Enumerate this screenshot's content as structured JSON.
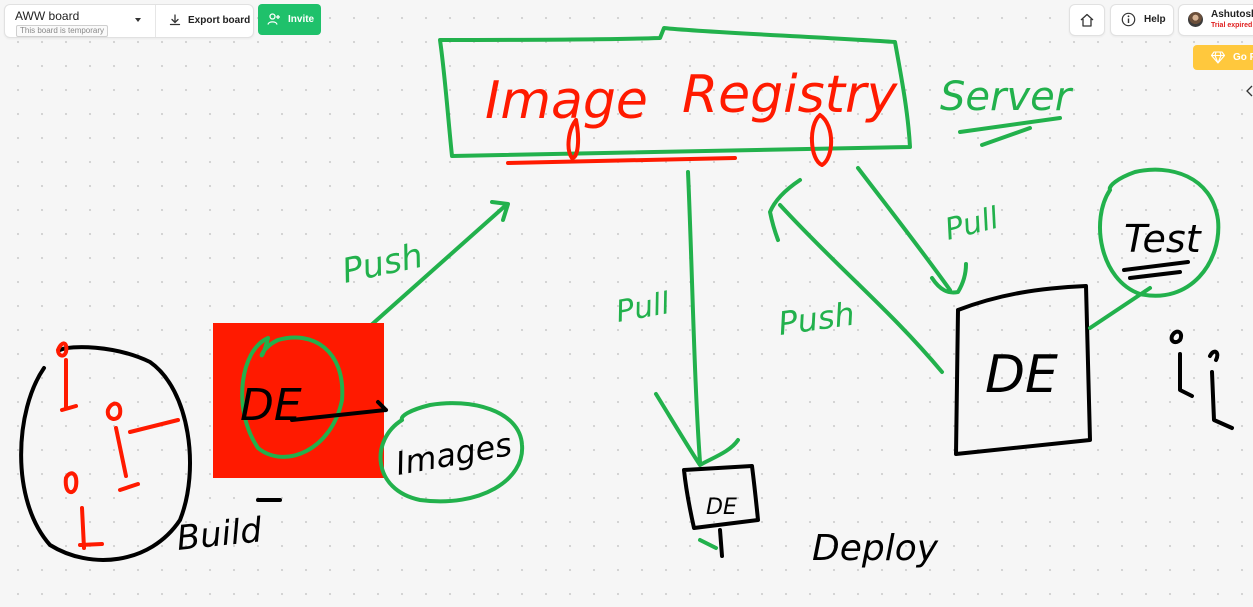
{
  "toolbar": {
    "board_name": "AWW board",
    "board_status": "This board is temporary",
    "export_label": "Export board",
    "invite_label": "Invite",
    "accent": "#1fc16b"
  },
  "header_right": {
    "help_label": "Help",
    "user_name": "Ashutosh",
    "user_status": "Trial expired",
    "upgrade_label": "Go P",
    "upgrade_color": "#ffc83d"
  },
  "icons": {
    "board_menu": "chevron-down-icon",
    "export": "download-icon",
    "invite": "add-user-icon",
    "home": "home-icon",
    "help": "info-icon",
    "upgrade": "diamond-icon",
    "side": "chevron-left-icon"
  },
  "ink_colors": {
    "green": "#22b14c",
    "red": "#ff1a00",
    "black": "#000000",
    "fill_red": "#ff1a00"
  },
  "whiteboard": {
    "registry_title_left": "Image",
    "registry_title_right": "Registry",
    "server_label": "Server",
    "push_left": "Push",
    "pull_center": "Pull",
    "push_right": "Push",
    "pull_right": "Pull",
    "de_red": "DE",
    "images_label": "Images",
    "de_small": "DE",
    "de_large": "DE",
    "test_label": "Test",
    "build_label": "Build",
    "deploy_label": "Deploy"
  }
}
